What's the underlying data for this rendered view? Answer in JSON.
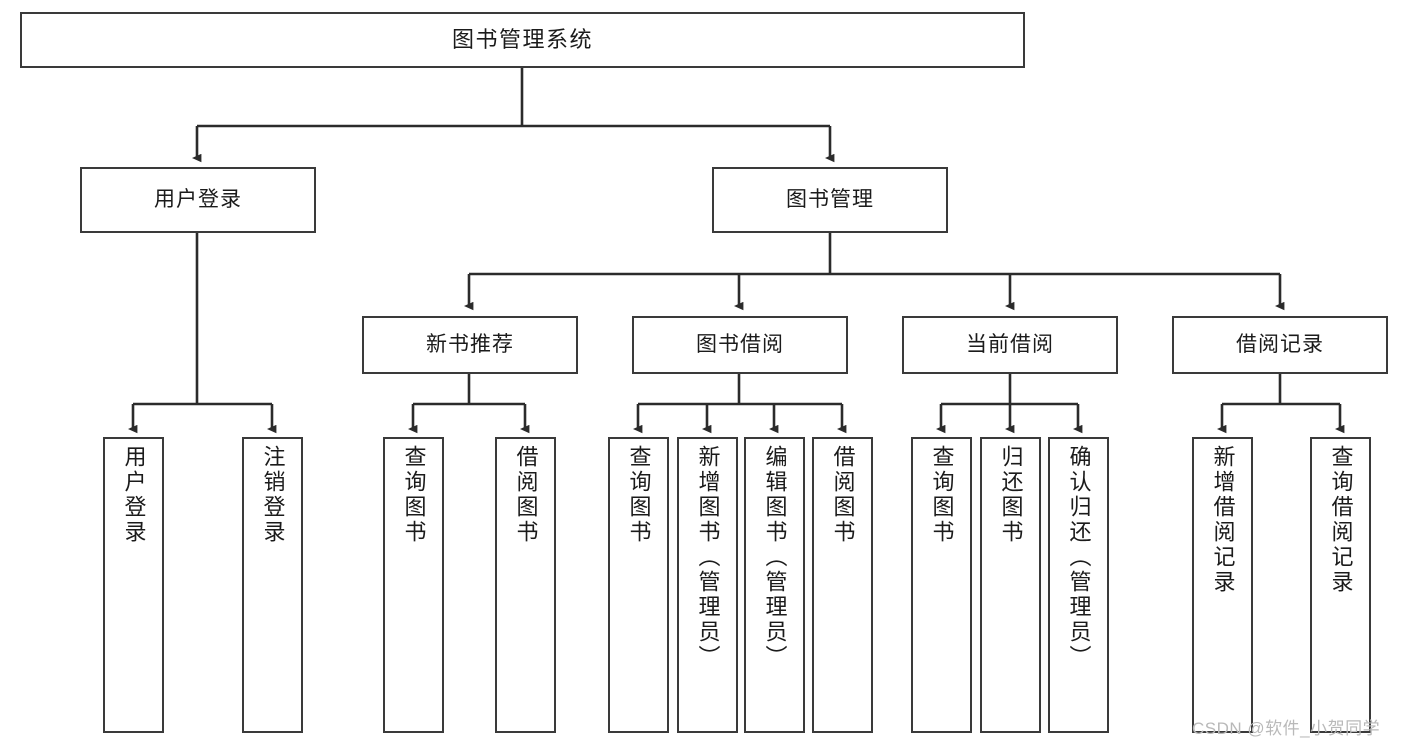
{
  "diagram": {
    "title": "图书管理系统",
    "type": "hierarchy-tree",
    "orientation": "top-down",
    "colors": {
      "box_border": "#3a3a3a",
      "box_fill": "#ffffff",
      "line": "#2b2b2b",
      "text": "#1b1b1b",
      "watermark": "#b9b9b9",
      "background": "#ffffff"
    },
    "root": {
      "id": "root",
      "label": "图书管理系统"
    },
    "level2": [
      {
        "id": "user-login",
        "label": "用户登录"
      },
      {
        "id": "book-manage",
        "label": "图书管理"
      }
    ],
    "level3": [
      {
        "id": "new-book-rec",
        "label": "新书推荐"
      },
      {
        "id": "book-borrow",
        "label": "图书借阅"
      },
      {
        "id": "current-borrow",
        "label": "当前借阅"
      },
      {
        "id": "borrow-record",
        "label": "借阅记录"
      }
    ],
    "leaves": [
      {
        "id": "leaf-user-login",
        "label": "用户登录",
        "parent": "user-login"
      },
      {
        "id": "leaf-logout",
        "label": "注销登录",
        "parent": "user-login"
      },
      {
        "id": "leaf-query-book-1",
        "label": "查询图书",
        "parent": "new-book-rec"
      },
      {
        "id": "leaf-borrow-book-1",
        "label": "借阅图书",
        "parent": "new-book-rec"
      },
      {
        "id": "leaf-query-book-2",
        "label": "查询图书",
        "parent": "book-borrow"
      },
      {
        "id": "leaf-add-book",
        "label": "新增图书（管理员）",
        "parent": "book-borrow"
      },
      {
        "id": "leaf-edit-book",
        "label": "编辑图书（管理员）",
        "parent": "book-borrow"
      },
      {
        "id": "leaf-borrow-book-2",
        "label": "借阅图书",
        "parent": "book-borrow"
      },
      {
        "id": "leaf-query-book-3",
        "label": "查询图书",
        "parent": "current-borrow"
      },
      {
        "id": "leaf-return-book",
        "label": "归还图书",
        "parent": "current-borrow"
      },
      {
        "id": "leaf-confirm-return",
        "label": "确认归还（管理员）",
        "parent": "current-borrow"
      },
      {
        "id": "leaf-add-record",
        "label": "新增借阅记录",
        "parent": "borrow-record"
      },
      {
        "id": "leaf-query-record",
        "label": "查询借阅记录",
        "parent": "borrow-record"
      }
    ]
  },
  "watermark": {
    "text": "CSDN @软件_小贺同学"
  }
}
